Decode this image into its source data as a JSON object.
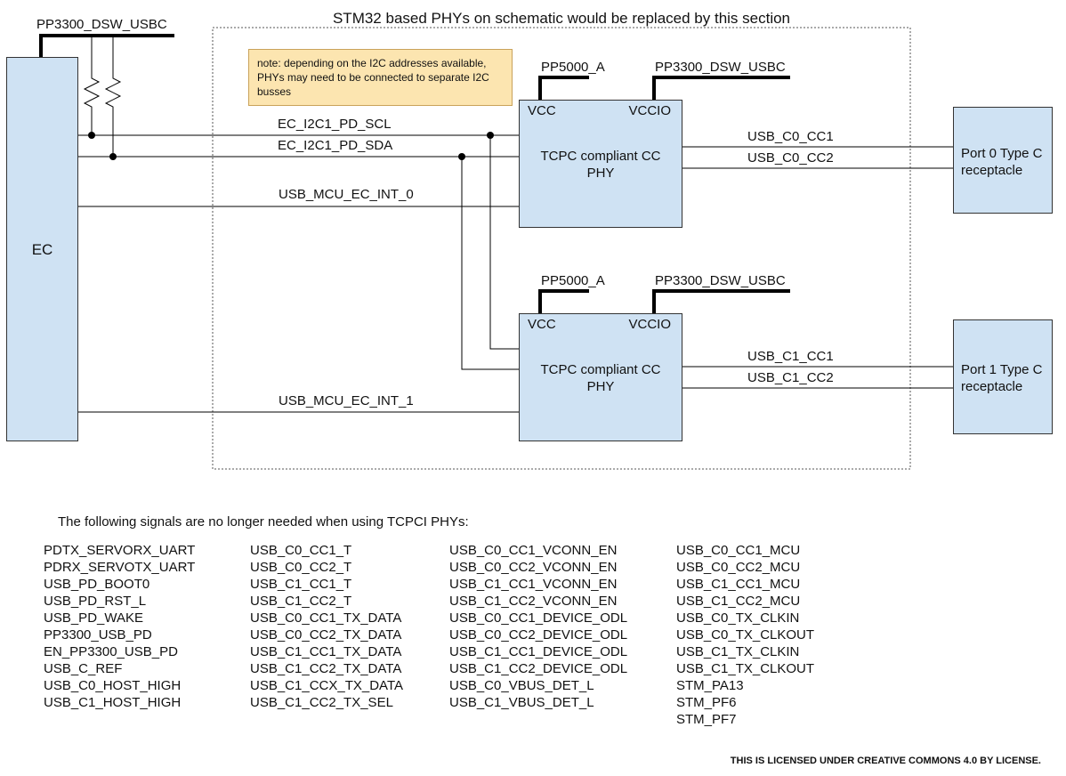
{
  "section_title": "STM32 based PHYs on schematic would be replaced by this section",
  "note": "note: depending on the I2C addresses available, PHYs may need to be connected to separate I2C busses",
  "ec_label": "EC",
  "top_rail_label": "PP3300_DSW_USBC",
  "signals": {
    "scl": "EC_I2C1_PD_SCL",
    "sda": "EC_I2C1_PD_SDA",
    "int0": "USB_MCU_EC_INT_0",
    "int1": "USB_MCU_EC_INT_1",
    "c0_cc1": "USB_C0_CC1",
    "c0_cc2": "USB_C0_CC2",
    "c1_cc1": "USB_C1_CC1",
    "c1_cc2": "USB_C1_CC2"
  },
  "phy0": {
    "label": "TCPC compliant CC PHY",
    "vcc": "VCC",
    "vccio": "VCCIO",
    "vcc_rail": "PP5000_A",
    "vccio_rail": "PP3300_DSW_USBC"
  },
  "phy1": {
    "label": "TCPC compliant CC PHY",
    "vcc": "VCC",
    "vccio": "VCCIO",
    "vcc_rail": "PP5000_A",
    "vccio_rail": "PP3300_DSW_USBC"
  },
  "port0": "Port 0 Type C receptacle",
  "port1": "Port 1 Type C receptacle",
  "signals_intro": "The following signals are no longer needed when using TCPCI PHYs:",
  "signal_columns": [
    [
      "PDTX_SERVORX_UART",
      "PDRX_SERVOTX_UART",
      "USB_PD_BOOT0",
      "USB_PD_RST_L",
      "USB_PD_WAKE",
      "PP3300_USB_PD",
      "EN_PP3300_USB_PD",
      "USB_C_REF",
      "USB_C0_HOST_HIGH",
      "USB_C1_HOST_HIGH"
    ],
    [
      "USB_C0_CC1_T",
      "USB_C0_CC2_T",
      "USB_C1_CC1_T",
      "USB_C1_CC2_T",
      "USB_C0_CC1_TX_DATA",
      "USB_C0_CC2_TX_DATA",
      "USB_C1_CC1_TX_DATA",
      "USB_C1_CC2_TX_DATA",
      "USB_C1_CCX_TX_DATA",
      "USB_C1_CC2_TX_SEL"
    ],
    [
      "USB_C0_CC1_VCONN_EN",
      "USB_C0_CC2_VCONN_EN",
      "USB_C1_CC1_VCONN_EN",
      "USB_C1_CC2_VCONN_EN",
      "USB_C0_CC1_DEVICE_ODL",
      "USB_C0_CC2_DEVICE_ODL",
      "USB_C1_CC1_DEVICE_ODL",
      "USB_C1_CC2_DEVICE_ODL",
      "USB_C0_VBUS_DET_L",
      "USB_C1_VBUS_DET_L"
    ],
    [
      "USB_C0_CC1_MCU",
      "USB_C0_CC2_MCU",
      "USB_C1_CC1_MCU",
      "USB_C1_CC2_MCU",
      "USB_C0_TX_CLKIN",
      "USB_C0_TX_CLKOUT",
      "USB_C1_TX_CLKIN",
      "USB_C1_TX_CLKOUT",
      "STM_PA13",
      "STM_PF6",
      "STM_PF7"
    ]
  ],
  "license": "THIS IS LICENSED UNDER CREATIVE COMMONS 4.0 BY LICENSE."
}
